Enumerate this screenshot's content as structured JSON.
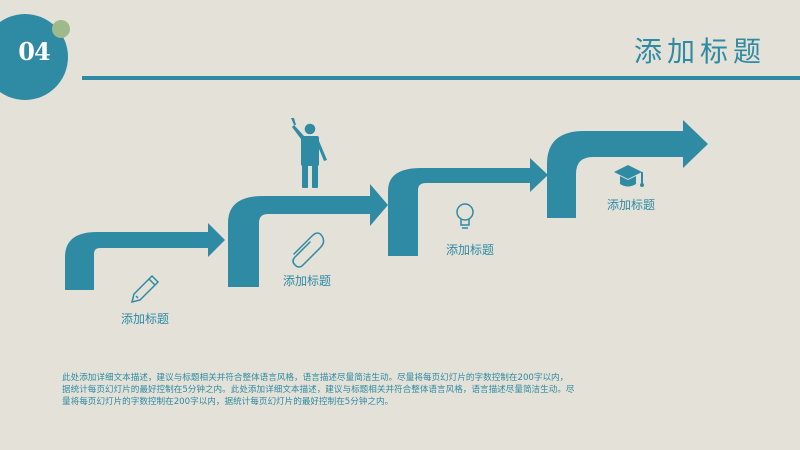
{
  "slide": {
    "number": "04",
    "title": "添加标题",
    "steps": [
      {
        "label": "添加标题",
        "icon": "pencil-icon"
      },
      {
        "label": "添加标题",
        "icon": "paperclip-icon"
      },
      {
        "label": "添加标题",
        "icon": "lightbulb-icon"
      },
      {
        "label": "添加标题",
        "icon": "graduation-cap-icon"
      }
    ],
    "figure_icon": "waving-person-icon",
    "description": [
      "此处添加详细文本描述，建议与标题相关并符合整体语言风格，语言描述尽量简洁生动。尽量将每页幻灯片的字数控制在200字以内，",
      "据统计每页幻灯片的最好控制在5分钟之内。此处添加详细文本描述，建议与标题相关并符合整体语言风格，语言描述尽量简洁生动。尽",
      "量将每页幻灯片的字数控制在200字以内，据统计每页幻灯片的最好控制在5分钟之内。"
    ]
  },
  "colors": {
    "background": "#e4e2d8",
    "accent": "#2f8aa4",
    "badge_dot": "#9eb98a"
  }
}
